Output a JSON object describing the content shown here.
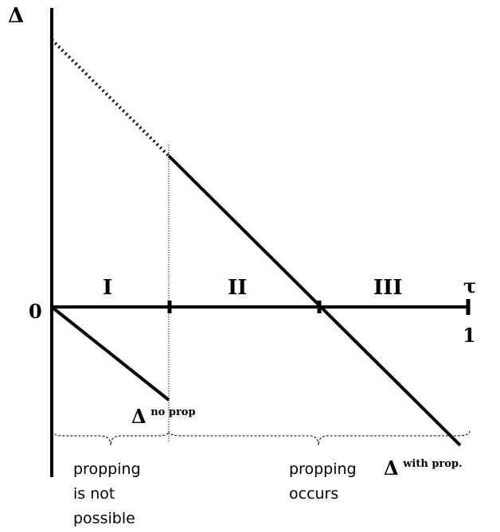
{
  "labels": {
    "y_axis": "Δ",
    "x_axis": "τ",
    "origin": "0",
    "x_max": "1",
    "region_1": "I",
    "region_2": "II",
    "region_3": "III"
  },
  "curves": {
    "no_prop": {
      "base": "Δ",
      "sup": "no prop"
    },
    "with_prop": {
      "base": "Δ",
      "sup": "with prop."
    }
  },
  "annotations": {
    "left": [
      "propping",
      "is not",
      "possible"
    ],
    "right": [
      "propping",
      "occurs"
    ]
  }
}
